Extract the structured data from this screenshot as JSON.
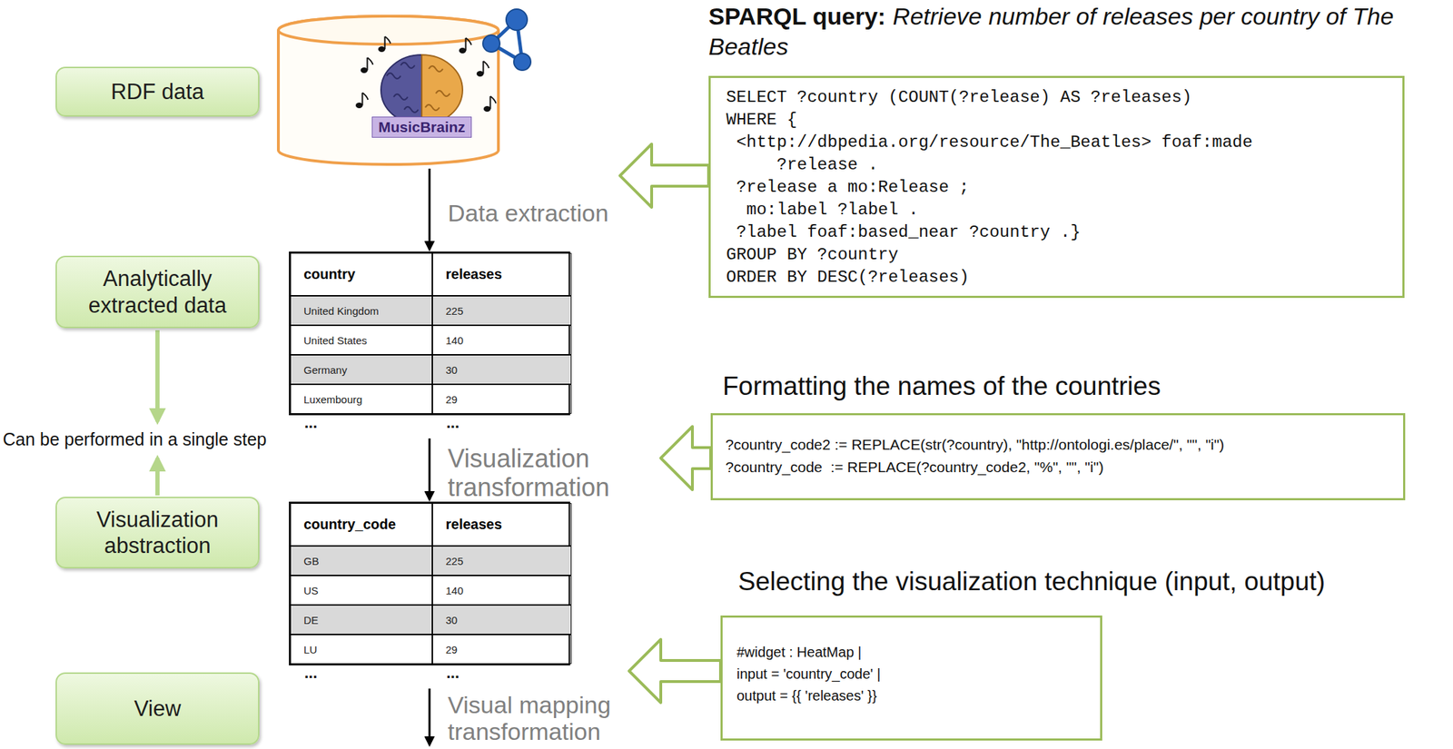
{
  "diagram": {
    "nodes": [
      {
        "text": [
          "RDF data"
        ]
      },
      {
        "text": [
          "MusicBrainz"
        ]
      },
      {
        "text": [
          "SPARQL query:",
          "Retrieve number of releases per country of The Beatles",
          "SELECT ?country (COUNT(?release) AS ?releases)",
          "WHERE {",
          " <http://dbpedia.org/resource/The_Beatles> foaf:made",
          "     ?release .",
          " ?release a mo:Release ;",
          "  mo:label ?label .",
          " ?label foaf:based_near ?country .}",
          "GROUP BY ?country",
          "ORDER BY DESC(?releases)"
        ]
      },
      {
        "text": [
          "Analytically extracted data"
        ]
      },
      {
        "text": [
          "country",
          "releases",
          "United Kingdom",
          "225",
          "United States",
          "140",
          "Germany",
          "30",
          "Luxembourg",
          "29",
          "...",
          "..."
        ]
      },
      {
        "text": [
          "Formatting the names of the countries",
          "?country_code2 := REPLACE(str(?country), \"http://ontologi.es/place/\", \"\", \"i\")",
          "?country_code  := REPLACE(?country_code2, \"%\", \"\", \"i\")"
        ]
      },
      {
        "text": [
          "Visualization abstraction"
        ]
      },
      {
        "text": [
          "country_code",
          "releases",
          "GB",
          "225",
          "US",
          "140",
          "DE",
          "30",
          "LU",
          "29",
          "...",
          "..."
        ]
      },
      {
        "text": [
          "Selecting the visualization technique (input, output)",
          "#widget : HeatMap |",
          "input = 'country_code' |",
          "output = {{ 'releases' }}"
        ]
      },
      {
        "text": [
          "View"
        ]
      }
    ],
    "edges": [
      {
        "from": 1,
        "to": 4,
        "arrow": "to",
        "label": "Data extraction"
      },
      {
        "from": 4,
        "to": 7,
        "arrow": "to",
        "label": "Visualization transformation"
      }
    ],
    "labels": [
      "Can be performed in a single step",
      "Visual mapping transformation"
    ]
  }
}
